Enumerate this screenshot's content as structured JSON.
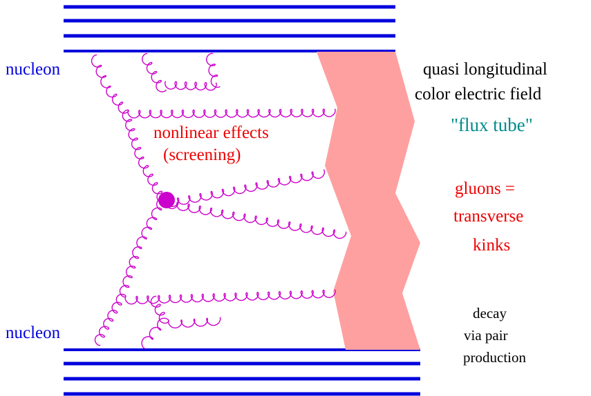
{
  "labels": {
    "nucleon_top": "nucleon",
    "nucleon_bottom": "nucleon",
    "field_line1": "quasi longitudinal",
    "field_line2": "color electric field",
    "flux_tube": "\"flux tube\"",
    "nonlinear_line1": "nonlinear effects",
    "nonlinear_line2": "(screening)",
    "gluons_line1": "gluons =",
    "gluons_line2": "transverse",
    "gluons_line3": "kinks",
    "decay_line1": "decay",
    "decay_line2": "via pair",
    "decay_line3": "production"
  },
  "colors": {
    "nucleon_blue": "#0000dd",
    "gluon_magenta": "#cc00cc",
    "tube_pink": "#ffa0a0",
    "label_red": "#ee0000",
    "label_teal": "#008b8b",
    "text_black": "#000000"
  }
}
